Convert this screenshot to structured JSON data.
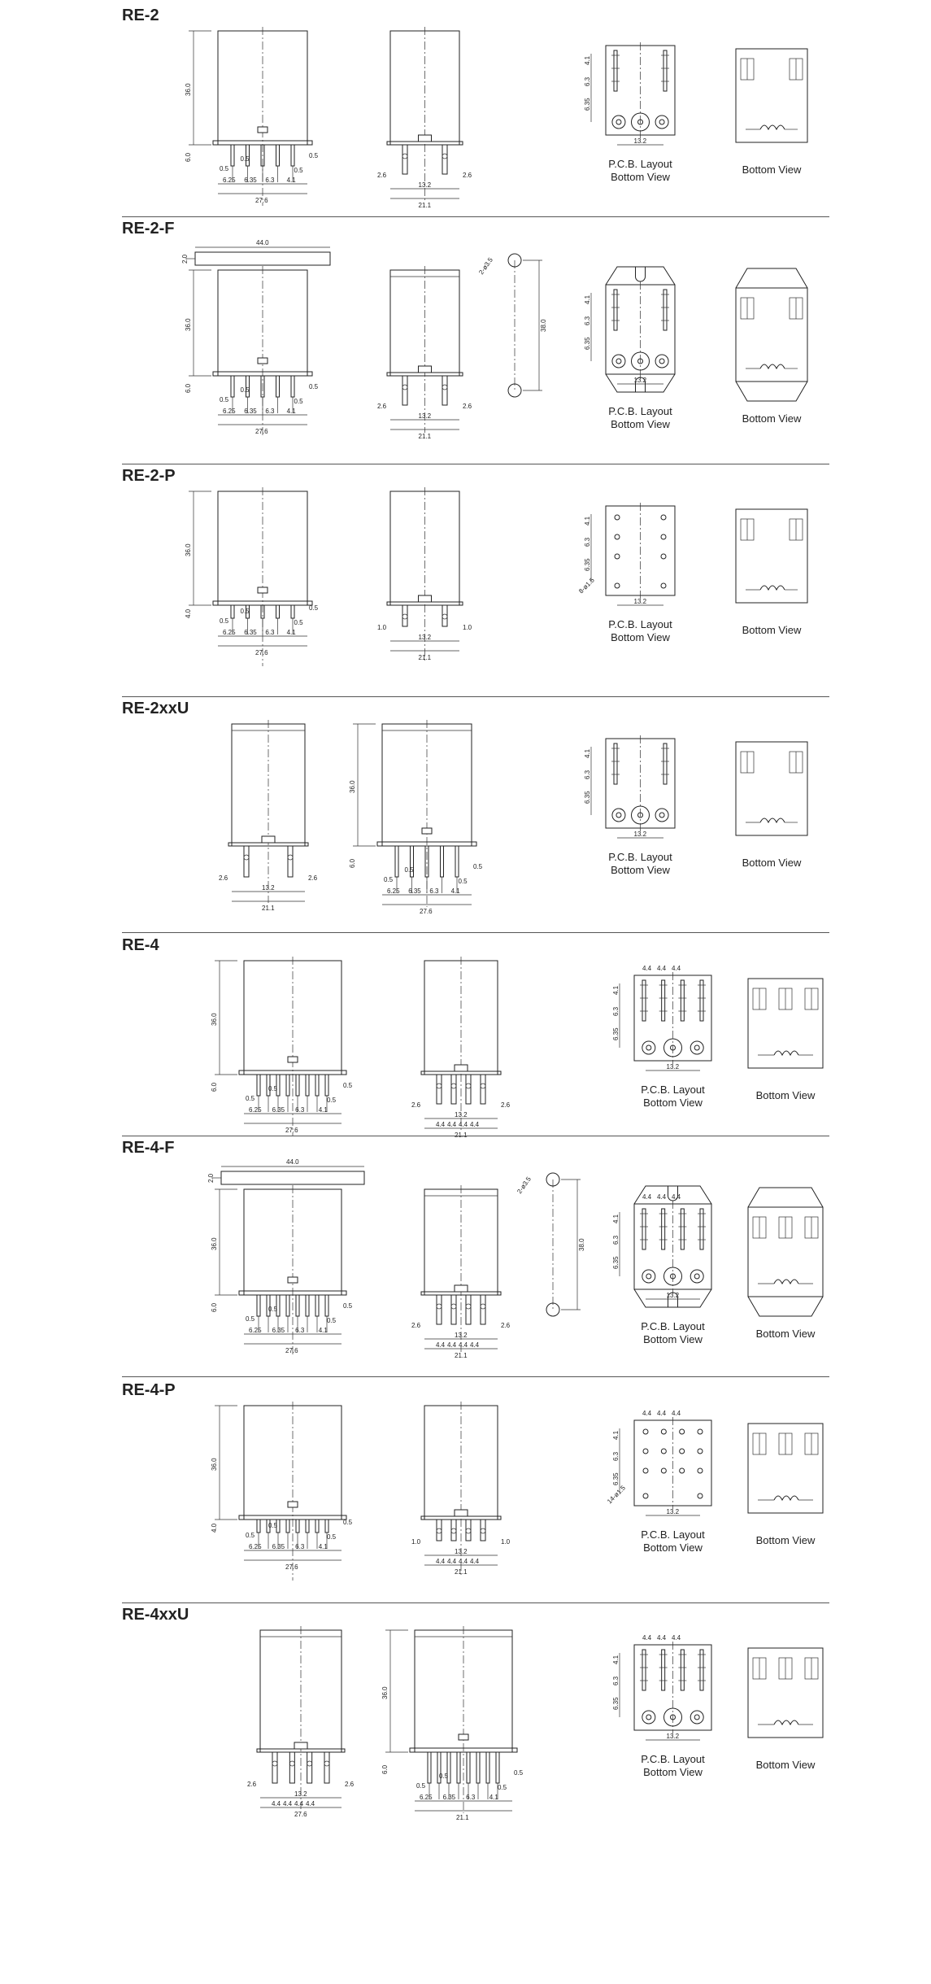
{
  "sections": [
    {
      "title": "RE-2",
      "pcb_caption": [
        "P.C.B. Layout",
        "Bottom View"
      ],
      "bottom_caption": "Bottom View",
      "dims": {
        "height": "36.0",
        "pin": "6.0",
        "width_side": "27.6",
        "width_front": "21.1",
        "pitch": "13.2",
        "p1": "6.25",
        "p2": "6.35",
        "p3": "6.3",
        "p4": "4.1",
        "t": "0.5",
        "edge": "2.6",
        "edge2": "2.6",
        "pcb1": "4.1",
        "pcb2": "6.3",
        "pcb3": "6.35"
      }
    },
    {
      "title": "RE-2-F",
      "pcb_caption": [
        "P.C.B. Layout",
        "Bottom View"
      ],
      "bottom_caption": "Bottom View",
      "dims": {
        "height": "36.0",
        "pin": "6.0",
        "width_side": "27.6",
        "width_front": "21.1",
        "pitch": "13.2",
        "p1": "6.25",
        "p2": "6.35",
        "p3": "6.3",
        "p4": "4.1",
        "t": "0.5",
        "edge": "2.6",
        "edge2": "2.6",
        "pcb1": "4.1",
        "pcb2": "6.3",
        "pcb3": "6.35",
        "flange": "44.0",
        "flange_t": "2.0",
        "hole": "2-ø3.5",
        "hole_dist": "38.0"
      }
    },
    {
      "title": "RE-2-P",
      "pcb_caption": [
        "P.C.B. Layout",
        "Bottom View"
      ],
      "bottom_caption": "Bottom View",
      "dims": {
        "height": "36.0",
        "pin": "4.0",
        "width_side": "27.6",
        "width_front": "21.1",
        "pitch": "13.2",
        "p1": "6.25",
        "p2": "6.35",
        "p3": "6.3",
        "p4": "4.1",
        "t": "0.5",
        "edge": "1.0",
        "edge2": "1.0",
        "pcb1": "4.1",
        "pcb2": "6.3",
        "pcb3": "6.35",
        "pcb_hole": "8-ø1.5"
      }
    },
    {
      "title": "RE-2xxU",
      "pcb_caption": [
        "P.C.B. Layout",
        "Bottom View"
      ],
      "bottom_caption": "Bottom View",
      "dims": {
        "height": "36.0",
        "pin": "6.0",
        "width_side": "27.6",
        "width_front": "21.1",
        "pitch": "13.2",
        "p1": "6.25",
        "p2": "6.35",
        "p3": "6.3",
        "p4": "4.1",
        "t": "0.5",
        "edge": "2.6",
        "edge2": "2.6",
        "pcb1": "4.1",
        "pcb2": "6.3",
        "pcb3": "6.35"
      }
    },
    {
      "title": "RE-4",
      "pcb_caption": [
        "P.C.B. Layout",
        "Bottom View"
      ],
      "bottom_caption": "Bottom View",
      "dims": {
        "height": "36.0",
        "pin": "6.0",
        "width_side": "27.6",
        "width_front": "21.1",
        "pitch": "13.2",
        "p1": "6.25",
        "p2": "6.35",
        "p3": "6.3",
        "p4": "4.1",
        "t": "0.5",
        "edge": "2.6",
        "edge2": "2.6",
        "pcb1": "4.1",
        "pcb2": "6.3",
        "pcb3": "6.35",
        "pcb_top": "4.4",
        "pitch4": "4.4"
      }
    },
    {
      "title": "RE-4-F",
      "pcb_caption": [
        "P.C.B. Layout",
        "Bottom View"
      ],
      "bottom_caption": "Bottom View",
      "dims": {
        "height": "36.0",
        "pin": "6.0",
        "width_side": "27.6",
        "width_front": "21.1",
        "pitch": "13.2",
        "p1": "6.25",
        "p2": "6.35",
        "p3": "6.3",
        "p4": "4.1",
        "t": "0.5",
        "edge": "2.6",
        "edge2": "2.6",
        "pcb1": "4.1",
        "pcb2": "6.3",
        "pcb3": "6.35",
        "pcb_top": "4.4",
        "pitch4": "4.4",
        "flange": "44.0",
        "flange_t": "2.0",
        "hole": "2-ø3.5",
        "hole_dist": "38.0"
      }
    },
    {
      "title": "RE-4-P",
      "pcb_caption": [
        "P.C.B. Layout",
        "Bottom View"
      ],
      "bottom_caption": "Bottom View",
      "dims": {
        "height": "36.0",
        "pin": "4.0",
        "width_side": "27.6",
        "width_front": "21.1",
        "pitch": "13.2",
        "p1": "6.25",
        "p2": "6.35",
        "p3": "6.3",
        "p4": "4.1",
        "t": "0.5",
        "edge": "1.0",
        "edge2": "1.0",
        "pcb1": "4.1",
        "pcb2": "6.3",
        "pcb3": "6.35",
        "pcb_top": "4.4",
        "pitch4": "4.4",
        "pcb_hole": "14-ø1.5"
      }
    },
    {
      "title": "RE-4xxU",
      "pcb_caption": [
        "P.C.B. Layout",
        "Bottom View"
      ],
      "bottom_caption": "Bottom View",
      "dims": {
        "height": "36.0",
        "pin": "6.0",
        "width_side": "21.1",
        "width_front": "27.6",
        "pitch": "13.2",
        "p1": "6.25",
        "p2": "6.35",
        "p3": "6.3",
        "p4": "4.1",
        "t": "0.5",
        "edge": "2.6",
        "edge2": "2.6",
        "pcb1": "4.1",
        "pcb2": "6.3",
        "pcb3": "6.35",
        "pcb_top": "4.4",
        "pitch4": "4.4"
      }
    }
  ]
}
